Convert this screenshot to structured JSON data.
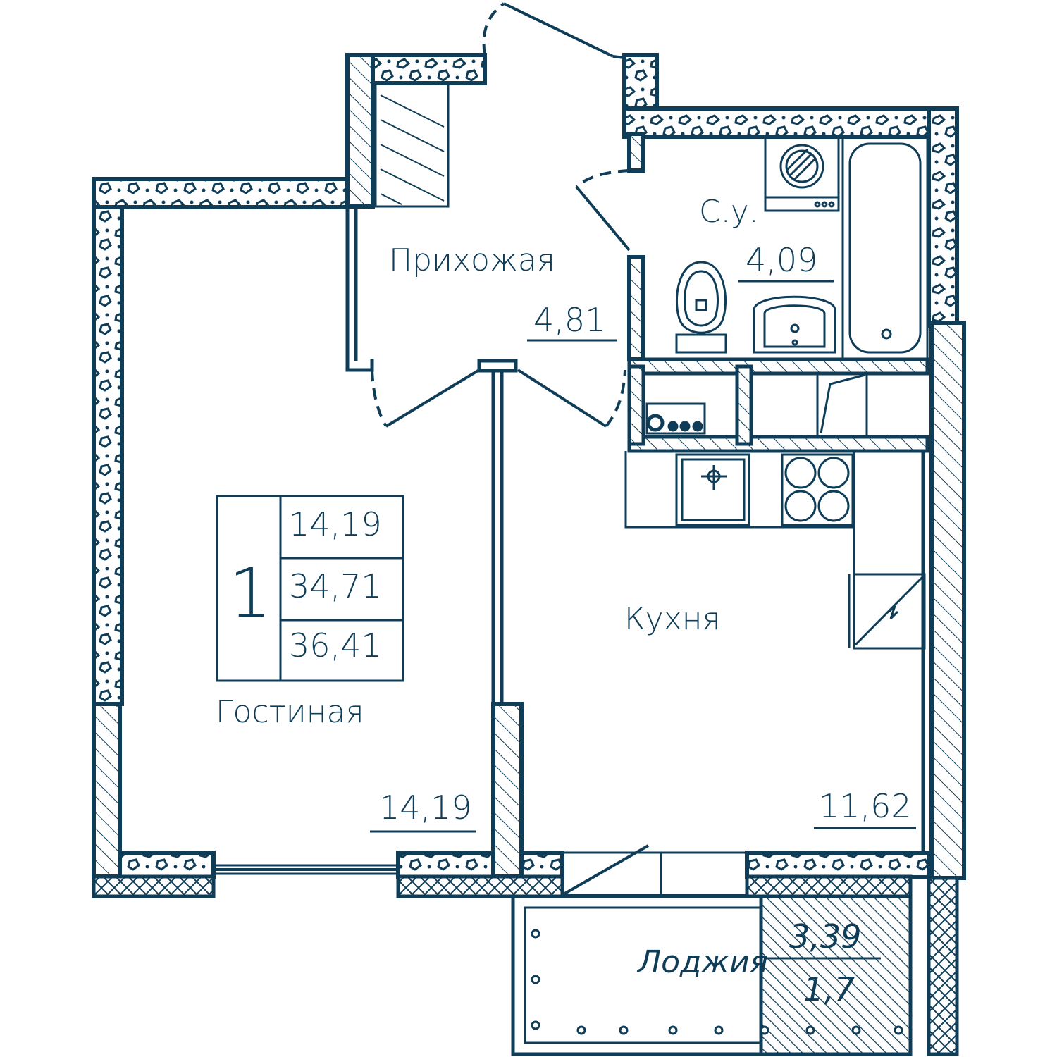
{
  "colors": {
    "wall": "#0f3d58",
    "background": "#ffffff"
  },
  "summary": {
    "rooms": "1",
    "living_area": "14,19",
    "total_area": "34,71",
    "total_area_with_loggia": "36,41"
  },
  "rooms": {
    "hallway": {
      "label": "Прихожая",
      "area": "4,81"
    },
    "bathroom": {
      "label": "С.у.",
      "area": "4,09"
    },
    "living": {
      "label": "Гостиная",
      "area": "14,19"
    },
    "kitchen": {
      "label": "Кухня",
      "area": "11,62"
    },
    "loggia": {
      "label": "Лоджия",
      "area": "3,39",
      "area_reduced": "1,7"
    }
  }
}
